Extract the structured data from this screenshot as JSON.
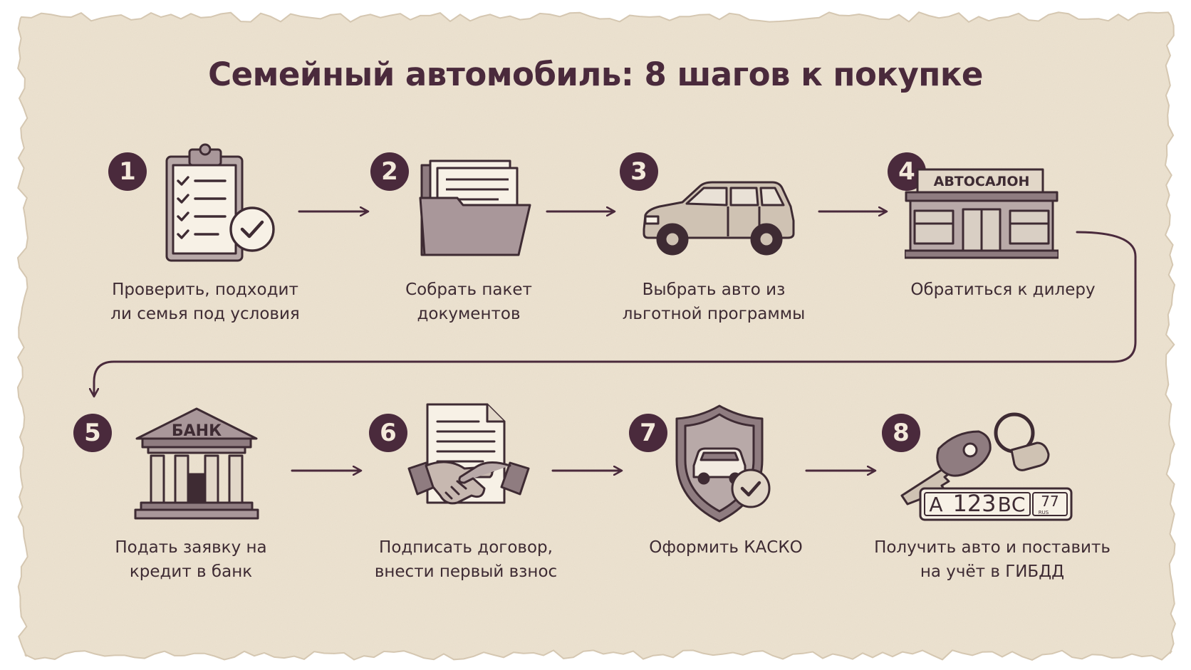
{
  "title": "Семейный автомобиль: 8 шагов к покупке",
  "colors": {
    "paper": "#ede3d1",
    "accent": "#4a2a3c",
    "ink": "#3e2b33",
    "iconFill": "#a9979a"
  },
  "steps": [
    {
      "number": "1",
      "icon": "clipboard-checklist-icon",
      "label": "Проверить, подходит\nли семья под условия"
    },
    {
      "number": "2",
      "icon": "document-folder-icon",
      "label": "Собрать пакет\nдокументов"
    },
    {
      "number": "3",
      "icon": "suv-car-icon",
      "label": "Выбрать авто из\nльготной программы"
    },
    {
      "number": "4",
      "icon": "car-dealership-icon",
      "label": "Обратиться к дилеру",
      "sign": "АВТОСАЛОН"
    },
    {
      "number": "5",
      "icon": "bank-building-icon",
      "label": "Подать заявку на\nкредит в банк",
      "sign": "БАНК"
    },
    {
      "number": "6",
      "icon": "contract-handshake-icon",
      "label": "Подписать договор,\nвнести первый взнос"
    },
    {
      "number": "7",
      "icon": "insurance-shield-icon",
      "label": "Оформить КАСКО"
    },
    {
      "number": "8",
      "icon": "car-keys-plate-icon",
      "label": "Получить авто и поставить\nна учёт в ГИБДД",
      "plate": {
        "letter1": "А",
        "digits": "123",
        "letters2": "ВС",
        "region": "77",
        "country": "RUS"
      }
    }
  ]
}
